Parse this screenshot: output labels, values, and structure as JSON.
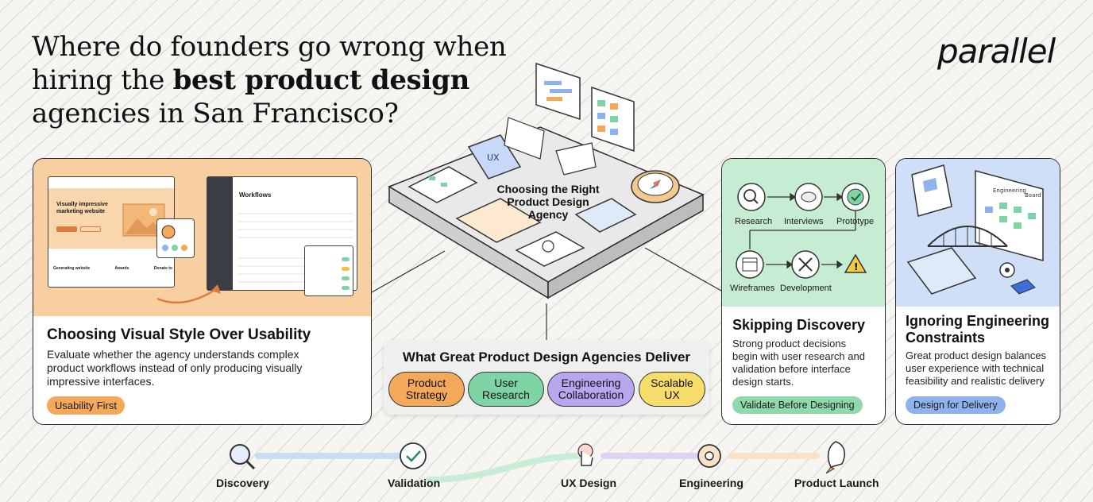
{
  "headline": {
    "line1": "Where do founders go wrong when",
    "line2_prefix": "hiring the ",
    "line2_bold": "best product design",
    "line3": "agencies in San Francisco?"
  },
  "logo": "parallel",
  "center_platform": {
    "label_line1": "Choosing the Right",
    "label_line2": "Product Design",
    "label_line3": "Agency"
  },
  "deliver": {
    "title": "What Great Product Design Agencies Deliver",
    "items": [
      {
        "line1": "Product",
        "line2": "Strategy",
        "color": "#f4a95a"
      },
      {
        "line1": "User",
        "line2": "Research",
        "color": "#7fd4a6"
      },
      {
        "line1": "Engineering",
        "line2": "Collaboration",
        "color": "#b9a6ee"
      },
      {
        "line1": "Scalable",
        "line2": "UX",
        "color": "#f6dc6a"
      }
    ]
  },
  "card_left": {
    "title": "Choosing Visual Style Over Usability",
    "body_line1": "Evaluate whether the agency understands complex",
    "body_line2": "product workflows instead of only producing visually",
    "body_line3": "impressive interfaces.",
    "pill": "Usability First",
    "mock_web_heading_1": "Visually impressive",
    "mock_web_heading_2": "marketing website",
    "mock_web_col1": "Generating website",
    "mock_web_col2": "Awards",
    "mock_web_col3": "Donate to",
    "mock_app_title": "Workflows",
    "colors": {
      "accent": "#f6c795",
      "pill": "#f4a95a"
    }
  },
  "card_discovery": {
    "title": "Skipping Discovery",
    "body_line1": "Strong product decisions",
    "body_line2": "begin with user research and",
    "body_line3": "validation before interface",
    "body_line4": "design starts.",
    "pill": "Validate Before Designing",
    "steps": [
      "Research",
      "Interviews",
      "Prototype",
      "Wireframes",
      "Development"
    ],
    "colors": {
      "accent": "#bfe9cf",
      "pill": "#8fd9ad"
    }
  },
  "card_eng": {
    "title_line1": "Ignoring Engineering",
    "title_line2": "Constraints",
    "body_line1": "Great product design balances",
    "body_line2": "user experience with technical",
    "body_line3": "feasibility and realistic delivery",
    "pill": "Design for Delivery",
    "board_labels": [
      "Engineering",
      "Board"
    ],
    "colors": {
      "accent": "#c7d9f6",
      "pill": "#8fb2ee"
    }
  },
  "timeline": {
    "stages": [
      {
        "label": "Discovery",
        "icon": "magnifier-icon"
      },
      {
        "label": "Validation",
        "icon": "check-circle-icon"
      },
      {
        "label": "UX Design",
        "icon": "hand-tap-icon"
      },
      {
        "label": "Engineering",
        "icon": "gear-icon"
      },
      {
        "label": "Product Launch",
        "icon": "rocket-icon"
      }
    ]
  }
}
